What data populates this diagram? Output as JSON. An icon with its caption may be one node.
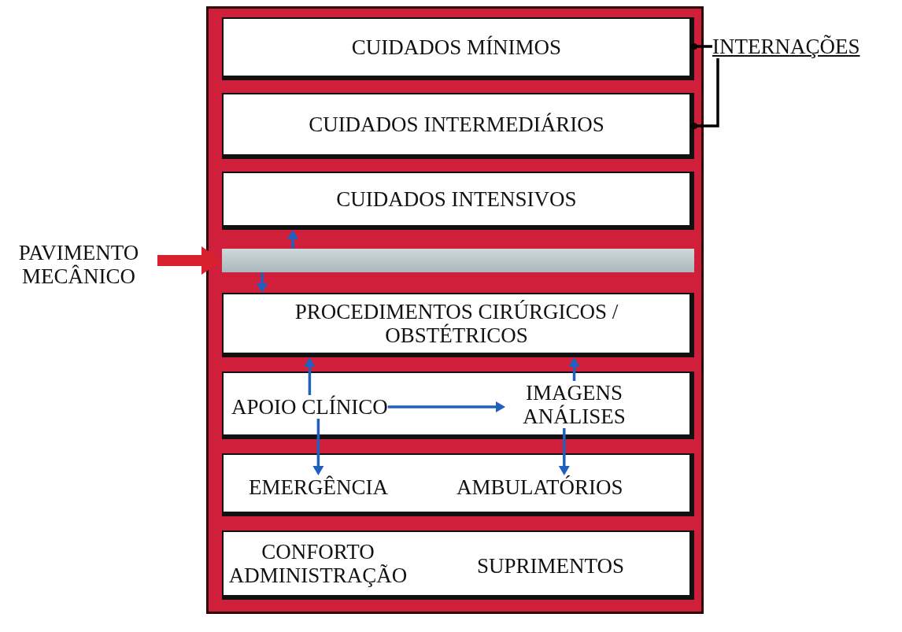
{
  "diagram": {
    "nodes": [
      {
        "text": [
          "CUIDADOS MÍNIMOS"
        ]
      },
      {
        "text": [
          "CUIDADOS INTERMEDIÁRIOS"
        ]
      },
      {
        "text": [
          "CUIDADOS INTENSIVOS"
        ]
      },
      {
        "text": [
          "PROCEDIMENTOS CIRÚRGICOS / OBSTÉTRICOS"
        ]
      },
      {
        "text": [],
        "shape": "box"
      },
      {
        "text": [
          "APOIO CLÍNICO"
        ],
        "in": 4
      },
      {
        "text": [
          "IMAGENS ANÁLISES"
        ],
        "in": 4
      },
      {
        "text": [],
        "shape": "box"
      },
      {
        "text": [
          "EMERGÊNCIA"
        ],
        "in": 7
      },
      {
        "text": [
          "AMBULATÓRIOS"
        ],
        "in": 7
      },
      {
        "text": [],
        "shape": "box"
      },
      {
        "text": [
          "CONFORTO ADMINISTRAÇÃO"
        ],
        "in": 10
      },
      {
        "text": [
          "SUPRIMENTOS"
        ],
        "in": 10
      },
      {
        "text": [
          "INTERNAÇÕES"
        ]
      },
      {
        "text": [
          "PAVIMENTO MECÂNICO"
        ]
      },
      {
        "text": [],
        "shape": "bar"
      }
    ],
    "edges": [
      {
        "from": 13,
        "to": 0,
        "arrow": "other",
        "color": "#000000"
      },
      {
        "from": 13,
        "to": 1,
        "arrow": "other",
        "color": "#000000"
      },
      {
        "from": 14,
        "to": 15,
        "arrow": "to",
        "style": "thick",
        "color": "#d9202e"
      },
      {
        "from": 15,
        "to": 3,
        "arrow": "to"
      },
      {
        "from": 15,
        "to": 2,
        "arrow": "to"
      },
      {
        "from": 5,
        "to": 3,
        "arrow": "to"
      },
      {
        "from": 6,
        "to": 3,
        "arrow": "to"
      },
      {
        "from": 5,
        "to": 6,
        "arrow": "to"
      },
      {
        "from": 5,
        "to": 8,
        "arrow": "to"
      },
      {
        "from": 6,
        "to": 9,
        "arrow": "to"
      }
    ]
  }
}
